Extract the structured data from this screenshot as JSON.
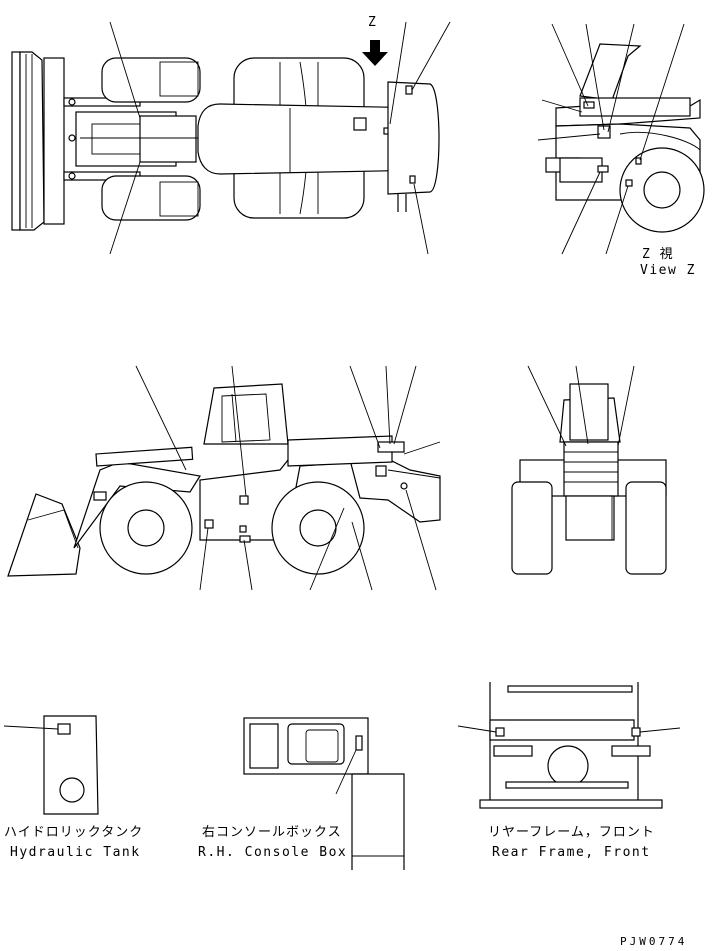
{
  "top_view": {
    "arrow_letter": "Z"
  },
  "view_z": {
    "caption_jp": "Z 視",
    "caption_en": "View Z"
  },
  "hydraulic_tank": {
    "caption_jp": "ハイドロリックタンク",
    "caption_en": "Hydraulic Tank"
  },
  "console_box": {
    "caption_jp": "右コンソールボックス",
    "caption_en": "R.H. Console Box"
  },
  "rear_frame": {
    "caption_jp": "リヤーフレーム，フロント",
    "caption_en": "Rear Frame, Front"
  },
  "drawing_number": "PJW0774"
}
